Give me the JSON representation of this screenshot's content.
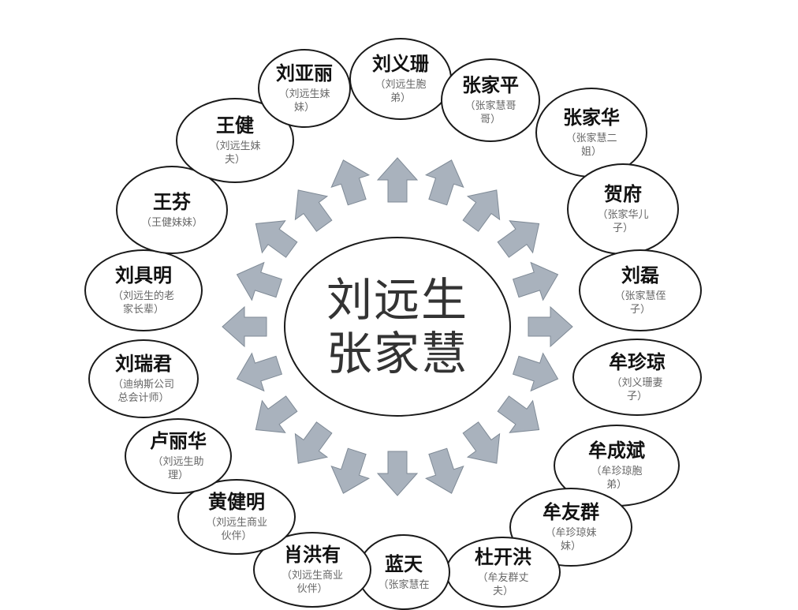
{
  "center": {
    "line1": "刘远生",
    "line2": "张家慧"
  },
  "nodes": [
    {
      "name": "刘义珊",
      "rel": "（刘远生胞弟）"
    },
    {
      "name": "张家平",
      "rel": "（张家慧哥哥）"
    },
    {
      "name": "张家华",
      "rel": "（张家慧二姐）"
    },
    {
      "name": "贺府",
      "rel": "（张家华儿子）"
    },
    {
      "name": "刘磊",
      "rel": "（张家慧侄子）"
    },
    {
      "name": "牟珍琼",
      "rel": "（刘义珊妻子）"
    },
    {
      "name": "牟成斌",
      "rel": "（牟珍琼胞弟）"
    },
    {
      "name": "牟友群",
      "rel": "（牟珍琼妹妹）"
    },
    {
      "name": "杜开洪",
      "rel": "（牟友群丈夫）"
    },
    {
      "name": "蓝天",
      "rel": "（张家慧在"
    },
    {
      "name": "肖洪有",
      "rel": "（刘远生商业伙伴）"
    },
    {
      "name": "黄健明",
      "rel": "（刘远生商业伙伴）"
    },
    {
      "name": "卢丽华",
      "rel": "（刘远生助理）"
    },
    {
      "name": "刘瑞君",
      "rel": "（迪纳斯公司总会计师）"
    },
    {
      "name": "刘具明",
      "rel": "（刘远生的老家长辈）"
    },
    {
      "name": "王芬",
      "rel": "（王健妹妹）"
    },
    {
      "name": "王健",
      "rel": "（刘远生妹夫）"
    },
    {
      "name": "刘亚丽",
      "rel": "（刘远生妹妹）"
    }
  ],
  "colors": {
    "arrow_fill": "#a9b2bd",
    "arrow_stroke": "#7f8a96",
    "border": "#1a1a1a"
  }
}
